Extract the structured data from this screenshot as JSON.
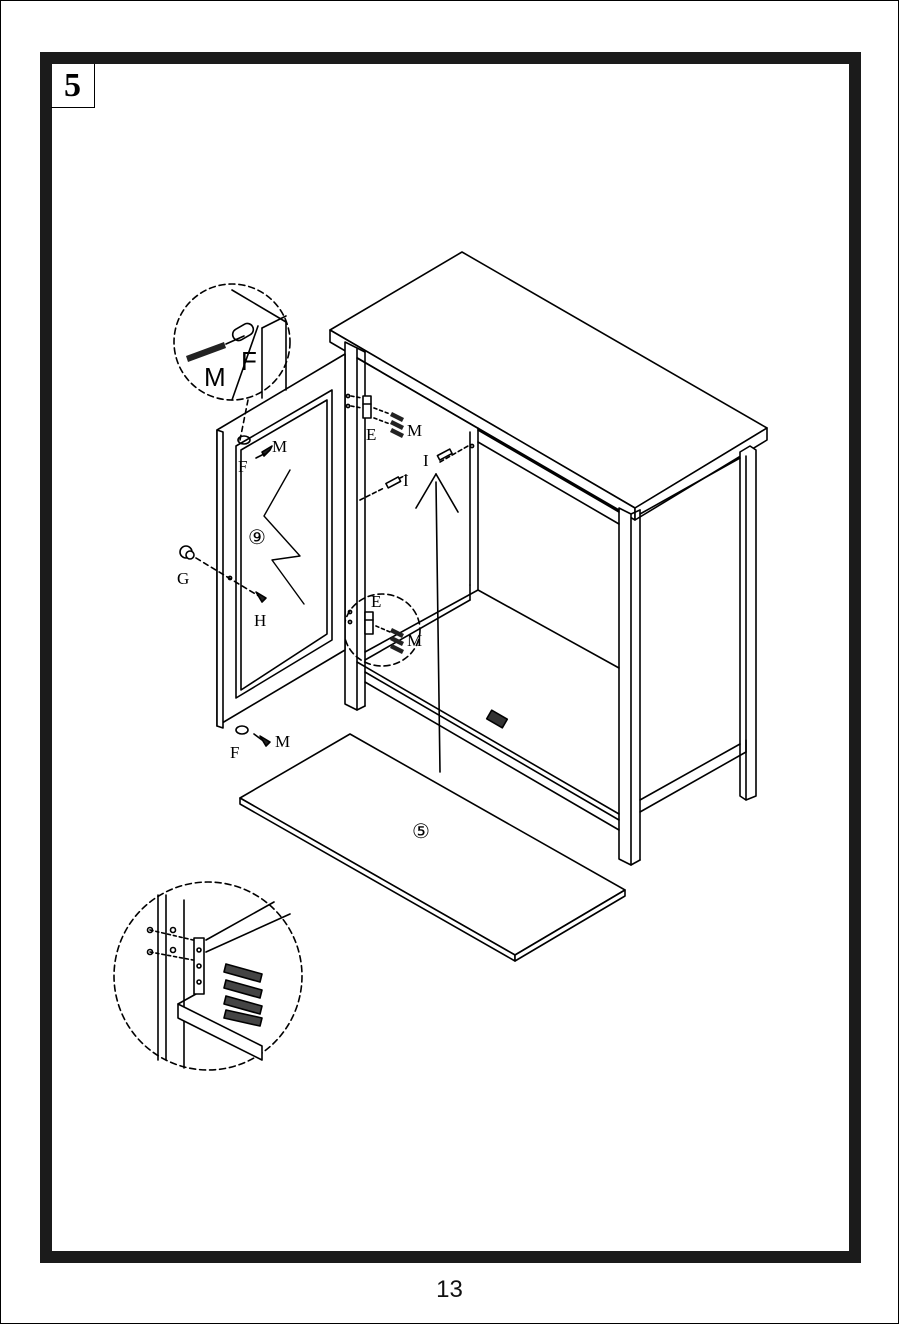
{
  "step": {
    "number": "5"
  },
  "labels": {
    "door_part": "⑨",
    "bottom_panel_part": "⑤",
    "screw": "M",
    "bracket": "F",
    "hinge": "E",
    "dowel": "I",
    "knob": "G",
    "knob_screw": "H"
  },
  "page": {
    "number": "13"
  }
}
